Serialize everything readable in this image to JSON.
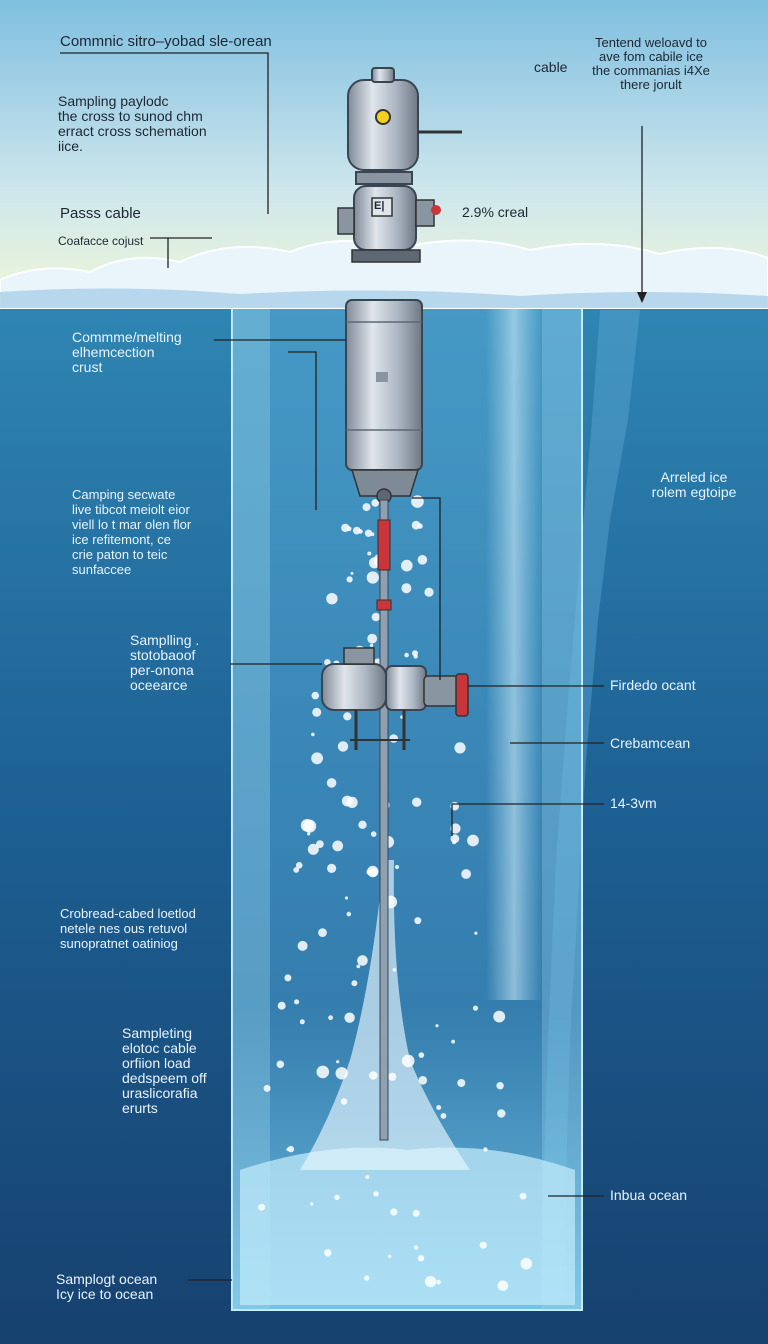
{
  "top_labels": {
    "title": "Commnic sitro–yobad sle-orean",
    "sampling_payload": "Sampling paylodc\nthe cross to sunod chm\nerract cross schemation\niice.",
    "pass_cable": "Passs cable",
    "surface_crust": "Coafacce cojust",
    "percent": "2.9% creal",
    "cable": "cable",
    "tendon": "Tentend weloavd to\nave fom cabile ice\nthe commanias i4Xe\nthere jorult"
  },
  "left_labels": {
    "melting": "Commme/melting\nelhemcection\ncrust",
    "sampling_seawater": "Camping secwate\nlive tibcot meiolt eior\nviell lo t mar olen flor\nice refitemont, ce\ncrie paton to teic\nsunfaccee",
    "sampling_stotto": "Samplling .\nstotobaoof\nper-onona\noceearce",
    "crobread": "Crobread-cabed loetlod\nnetele nes ous retuvol\nsunopratnet oatiniog",
    "sampleting": "Sampleting\nelotoc cable\norfiion load\ndedspeem off\nuraslicorafia\nerurts",
    "bottom": "Samplogt ocean\nIcy ice to ocean"
  },
  "right_labels": {
    "arrelded": "Arreled ice\nrolem egtoipe",
    "firdedo": "Firdedo ocant",
    "crebam": "Crebamcean",
    "range": "14-3vm",
    "inbua": "Inbua ocean"
  },
  "device": {
    "badge": "E|"
  },
  "colors": {
    "sky_top": "#7fbfe0",
    "sky_bottom": "#eef6d8",
    "ocean_top": "#2f86b3",
    "ocean_bottom": "#16416f",
    "ice": "#e9f4fb",
    "steel": "#aab4c0",
    "accent_red": "#c9353b"
  }
}
